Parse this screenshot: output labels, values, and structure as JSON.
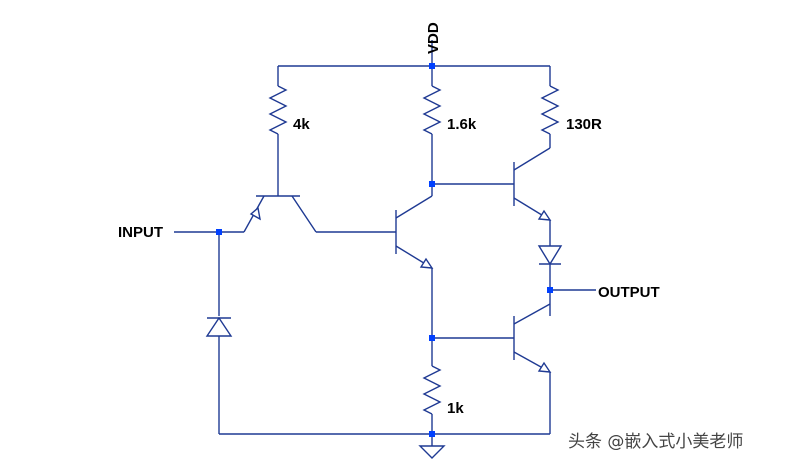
{
  "labels": {
    "supply": "VDD",
    "input": "INPUT",
    "output": "OUTPUT"
  },
  "resistors": {
    "r1": "4k",
    "r2": "1.6k",
    "r3": "130R",
    "r4": "1k"
  },
  "watermark": "头条 @嵌入式小美老师",
  "colors": {
    "wire": "#1f3a93",
    "junction": "#0040ff",
    "text": "#000000"
  }
}
